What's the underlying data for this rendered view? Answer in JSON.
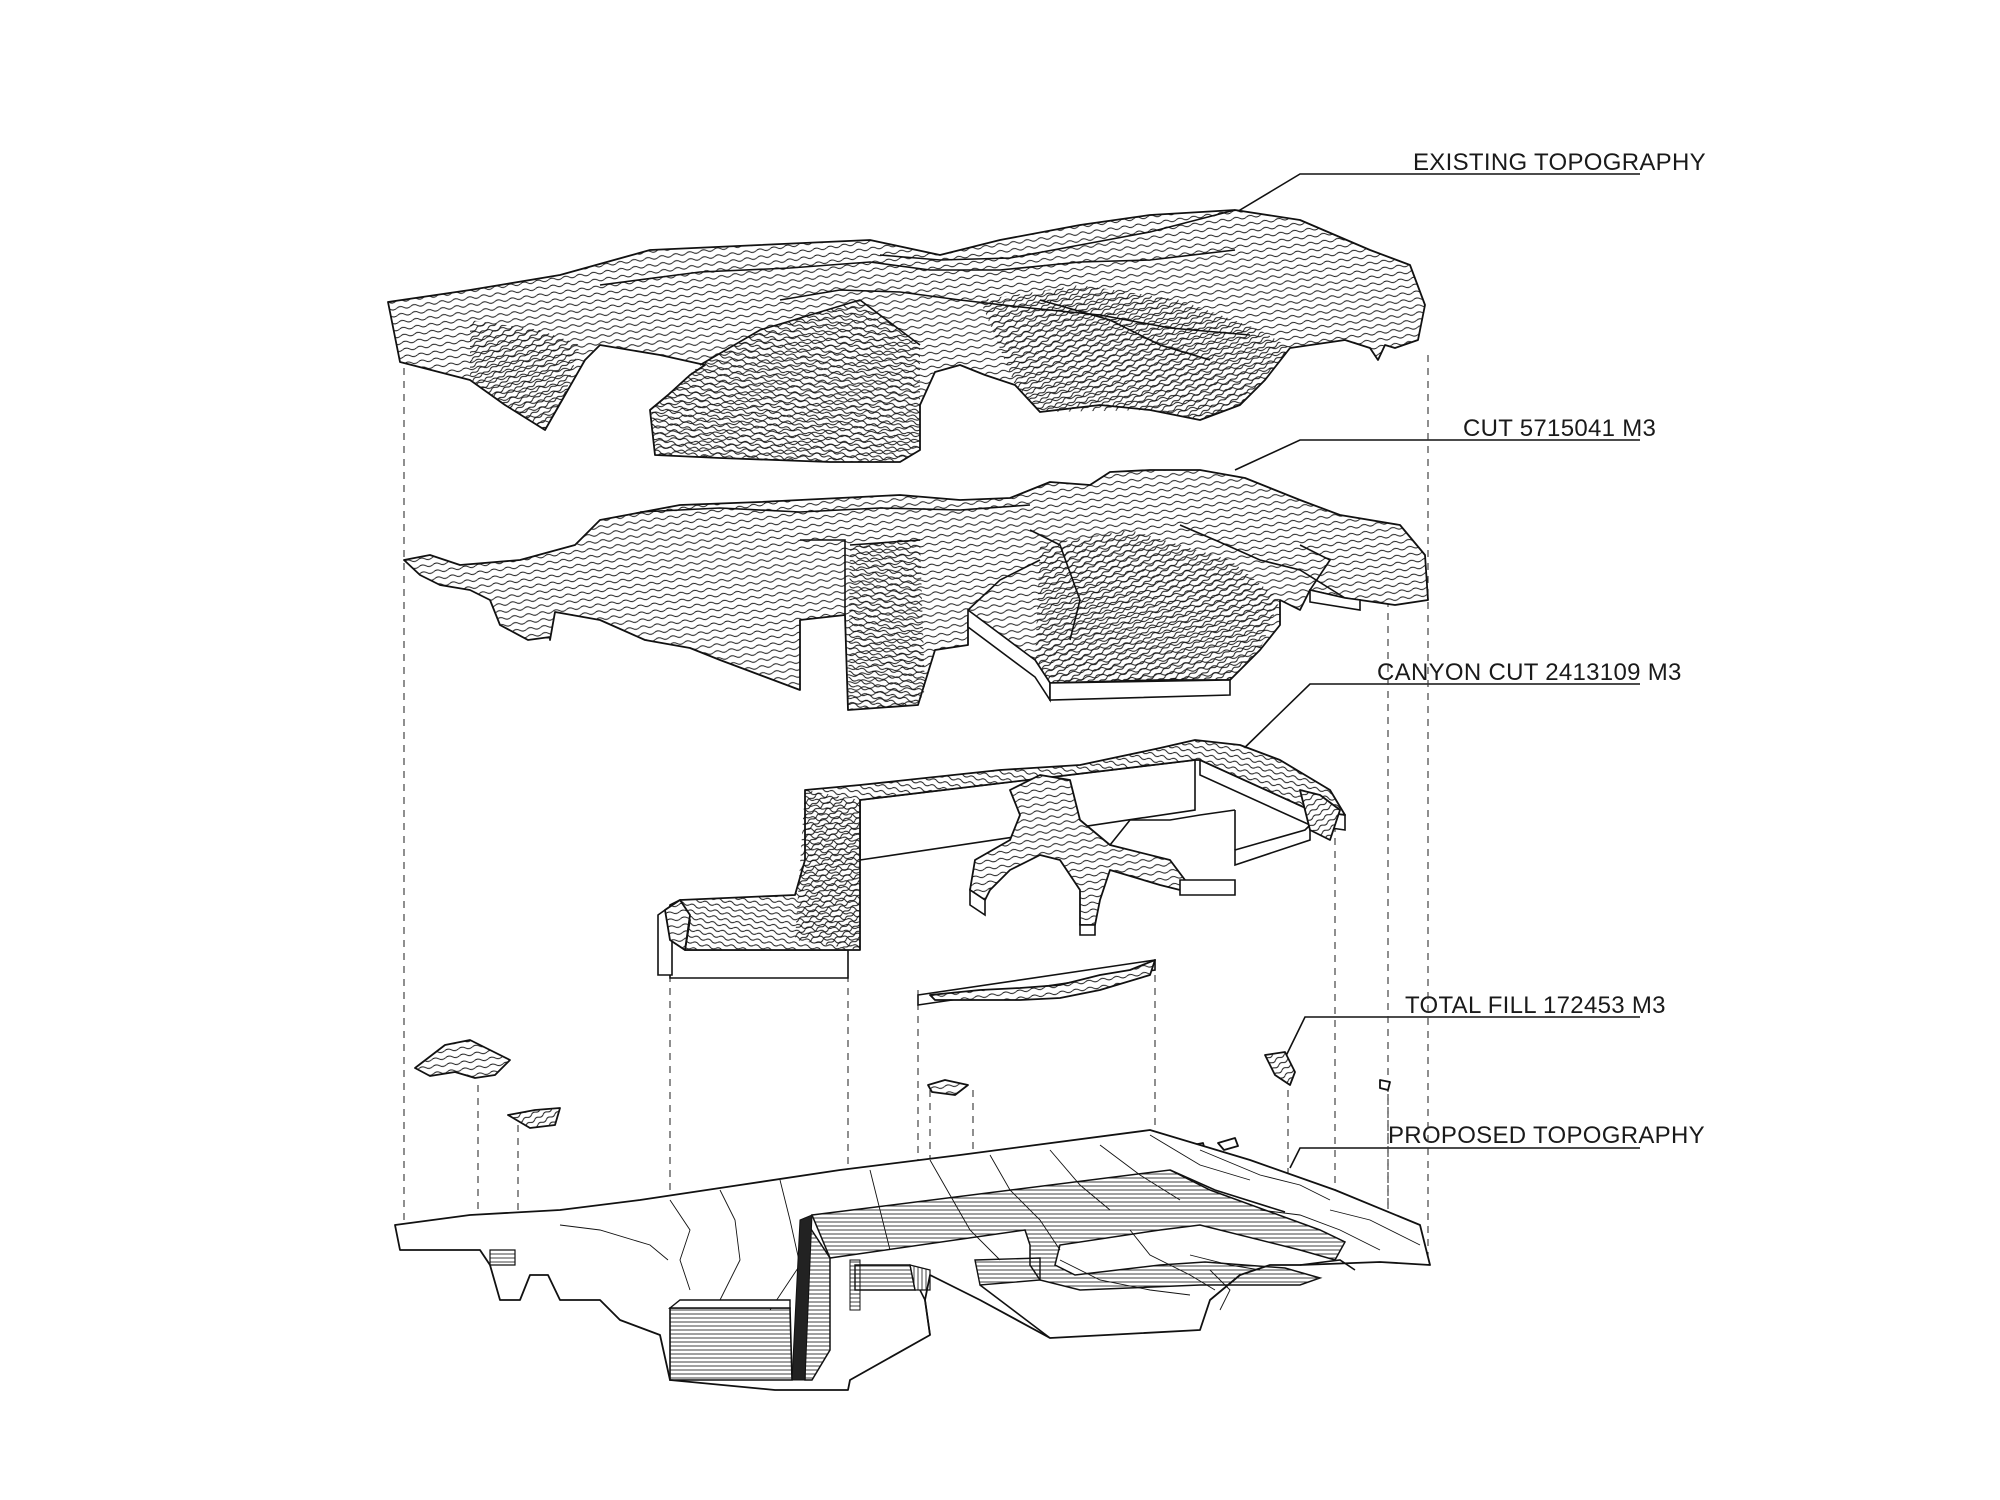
{
  "labels": {
    "existing": "EXISTING  TOPOGRAPHY",
    "cut": "CUT  5715041 M3",
    "canyon": "CANYON CUT  2413109 M3",
    "fill": "TOTAL FILL 172453 M3",
    "proposed": "PROPOSED TOPOGRAPHY"
  }
}
